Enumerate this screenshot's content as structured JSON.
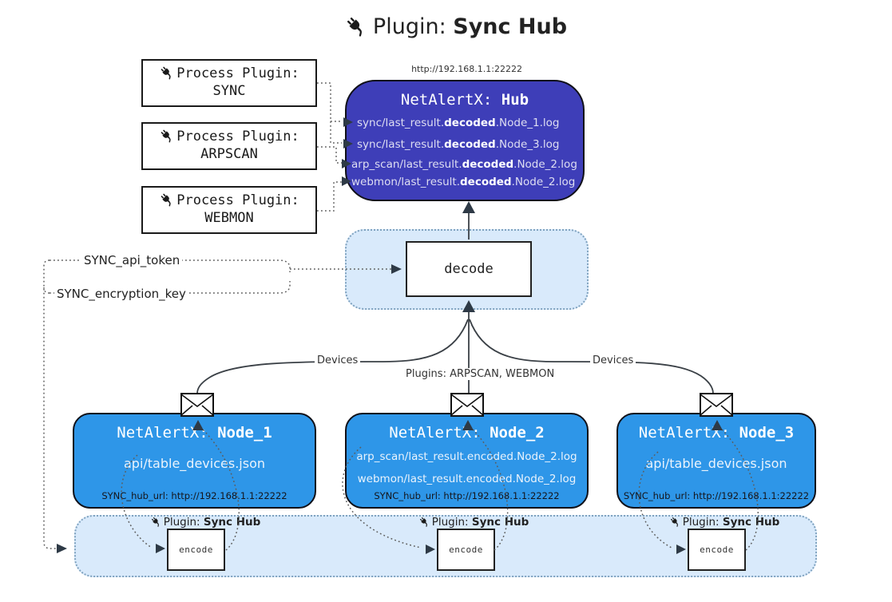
{
  "title": {
    "icon": "plug-icon",
    "prefix": "Plugin: ",
    "bold": "Sync Hub"
  },
  "hub": {
    "url": "http://192.168.1.1:22222",
    "name_prefix": "NetAlertX: ",
    "name_bold": "Hub",
    "logs": [
      {
        "pre": "sync/last_result.",
        "bold": "decoded",
        "post": ".Node_1.log"
      },
      {
        "pre": "sync/last_result.",
        "bold": "decoded",
        "post": ".Node_3.log"
      },
      {
        "pre": "arp_scan/last_result.",
        "bold": "decoded",
        "post": ".Node_2.log"
      },
      {
        "pre": "webmon/last_result.",
        "bold": "decoded",
        "post": ".Node_2.log"
      }
    ]
  },
  "process_plugins": [
    {
      "label": "Process Plugin:",
      "name": "SYNC"
    },
    {
      "label": "Process Plugin:",
      "name": "ARPSCAN"
    },
    {
      "label": "Process Plugin:",
      "name": "WEBMON"
    }
  ],
  "decode_label": "decode",
  "keys": {
    "api_token": "SYNC_api_token",
    "encryption_key": "SYNC_encryption_key"
  },
  "edge_labels": {
    "devices_left": "Devices",
    "plugins_mid": "Plugins: ARPSCAN, WEBMON",
    "devices_right": "Devices"
  },
  "nodes": [
    {
      "name_prefix": "NetAlertX: ",
      "name_bold": "Node_1",
      "lines": [
        "api/table_devices.json"
      ],
      "hub_url": "SYNC_hub_url: http://192.168.1.1:22222"
    },
    {
      "name_prefix": "NetAlertX: ",
      "name_bold": "Node_2",
      "lines": [
        "arp_scan/last_result.encoded.Node_2.log",
        "webmon/last_result.encoded.Node_2.log"
      ],
      "hub_url": "SYNC_hub_url: http://192.168.1.1:22222"
    },
    {
      "name_prefix": "NetAlertX: ",
      "name_bold": "Node_3",
      "lines": [
        "api/table_devices.json"
      ],
      "hub_url": "SYNC_hub_url: http://192.168.1.1:22222"
    }
  ],
  "encoders": [
    {
      "plugin_prefix": "Plugin: ",
      "plugin_bold": "Sync Hub",
      "label": "encode"
    },
    {
      "plugin_prefix": "Plugin: ",
      "plugin_bold": "Sync Hub",
      "label": "encode"
    },
    {
      "plugin_prefix": "Plugin: ",
      "plugin_bold": "Sync Hub",
      "label": "encode"
    }
  ],
  "colors": {
    "hub_fill": "#3e3eb8",
    "node_fill": "#2e96e8",
    "panel_fill": "#d9eafb",
    "panel_border": "#7fa2bf",
    "hub_text": "#dedef2",
    "node_text": "#eaf3fc"
  }
}
